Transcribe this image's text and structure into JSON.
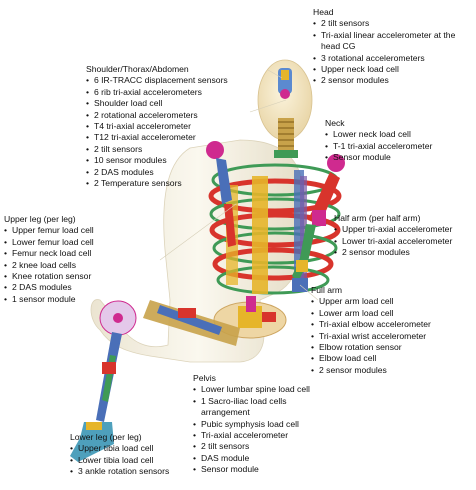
{
  "head": {
    "title": "Head",
    "items": [
      "2 tilt sensors",
      "Tri-axial linear accelerometer at the head CG",
      "3 rotational accelerometers",
      "Upper neck load cell",
      "2 sensor modules"
    ]
  },
  "shoulder": {
    "title": "Shoulder/Thorax/Abdomen",
    "items": [
      "6 IR-TRACC displacement sensors",
      "6 rib tri-axial accelerometers",
      "Shoulder load cell",
      "2 rotational accelerometers",
      "T4 tri-axial accelerometer",
      "T12 tri-axial accelerometer",
      "2 tilt sensors",
      "10 sensor modules",
      "2 DAS modules",
      "2 Temperature sensors"
    ]
  },
  "neck": {
    "title": "Neck",
    "items": [
      "Lower neck load cell",
      "T-1 tri-axial accelerometer",
      "Sensor module"
    ]
  },
  "upper_leg": {
    "title": "Upper leg (per leg)",
    "items": [
      "Upper femur load cell",
      "Lower femur load cell",
      "Femur neck load cell",
      "2 knee load cells",
      "Knee rotation sensor",
      "2 DAS modules",
      "1 sensor module"
    ]
  },
  "half_arm": {
    "title": "Half arm (per half arm)",
    "items": [
      "Upper tri-axial accelerometer",
      "Lower tri-axial accelerometer",
      "2 sensor modules"
    ]
  },
  "full_arm": {
    "title": "Full arm",
    "items": [
      "Upper arm load cell",
      "Lower arm load cell",
      "Tri-axial elbow accelerometer",
      "Tri-axial wrist accelerometer",
      "Elbow rotation sensor",
      "Elbow load cell",
      "2 sensor modules"
    ]
  },
  "pelvis": {
    "title": "Pelvis",
    "items": [
      "Lower lumbar spine load cell",
      "1 Sacro-iliac load cells arrangement",
      "Pubic symphysis load cell",
      "Tri-axial accelerometer",
      "2 tilt sensors",
      "DAS module",
      "Sensor module"
    ]
  },
  "lower_leg": {
    "title": "Lower leg (per leg)",
    "items": [
      "Upper tibia load cell",
      "Lower tibia load cell",
      "3 ankle rotation sensors"
    ]
  },
  "colors": {
    "shell": "#f1ead8",
    "rib_red": "#d8342c",
    "rib_green": "#3f9a56",
    "spine_blue": "#4a6fb8",
    "accent_yellow": "#e6b52a",
    "accent_magenta": "#cf2a8f",
    "flesh": "#e8c88a"
  },
  "icons": [
    "dummy-figure"
  ]
}
